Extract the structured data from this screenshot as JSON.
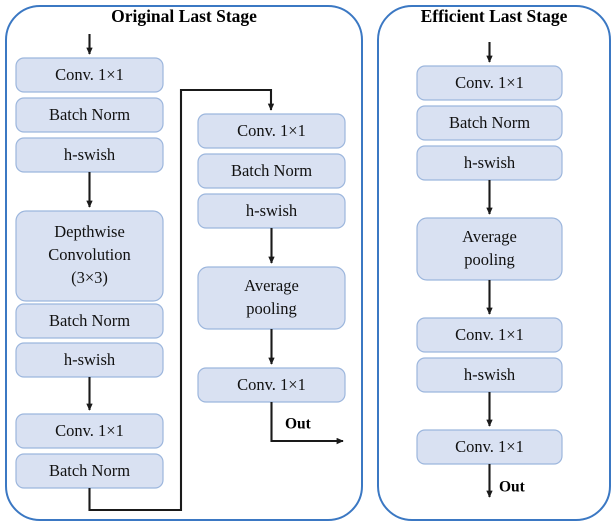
{
  "figure": {
    "background_color": "#ffffff",
    "panel_border_color": "#3b78c3",
    "node_fill_color": "#d9e1f2",
    "node_border_color": "#9cb6dd",
    "edge_color": "#1a1a1a"
  },
  "panels": [
    {
      "id": "original",
      "title": "Original Last Stage",
      "columns": [
        {
          "id": "main-branch",
          "nodes": [
            {
              "label": "Conv. 1×1",
              "lines": [
                "Conv. 1×1"
              ]
            },
            {
              "label": "Batch Norm",
              "lines": [
                "Batch Norm"
              ]
            },
            {
              "label": "h-swish",
              "lines": [
                "h-swish"
              ]
            },
            {
              "label": "Depthwise Convolution (3×3)",
              "lines": [
                "Depthwise",
                "Convolution",
                "(3×3)"
              ]
            },
            {
              "label": "Batch Norm",
              "lines": [
                "Batch Norm"
              ]
            },
            {
              "label": "h-swish",
              "lines": [
                "h-swish"
              ]
            },
            {
              "label": "Conv. 1×1",
              "lines": [
                "Conv. 1×1"
              ]
            },
            {
              "label": "Batch Norm",
              "lines": [
                "Batch Norm"
              ]
            }
          ]
        },
        {
          "id": "head-branch",
          "nodes": [
            {
              "label": "Conv. 1×1",
              "lines": [
                "Conv. 1×1"
              ]
            },
            {
              "label": "Batch Norm",
              "lines": [
                "Batch Norm"
              ]
            },
            {
              "label": "h-swish",
              "lines": [
                "h-swish"
              ]
            },
            {
              "label": "Average pooling",
              "lines": [
                "Average",
                "pooling"
              ]
            },
            {
              "label": "Conv. 1×1",
              "lines": [
                "Conv. 1×1"
              ]
            }
          ]
        }
      ],
      "output_label": "Out"
    },
    {
      "id": "efficient",
      "title": "Efficient Last Stage",
      "columns": [
        {
          "id": "main-branch",
          "nodes": [
            {
              "label": "Conv. 1×1",
              "lines": [
                "Conv. 1×1"
              ]
            },
            {
              "label": "Batch Norm",
              "lines": [
                "Batch Norm"
              ]
            },
            {
              "label": "h-swish",
              "lines": [
                "h-swish"
              ]
            },
            {
              "label": "Average pooling",
              "lines": [
                "Average",
                "pooling"
              ]
            },
            {
              "label": "Conv. 1×1",
              "lines": [
                "Conv. 1×1"
              ]
            },
            {
              "label": "h-swish",
              "lines": [
                "h-swish"
              ]
            },
            {
              "label": "Conv. 1×1",
              "lines": [
                "Conv. 1×1"
              ]
            }
          ]
        }
      ],
      "output_label": "Out"
    }
  ]
}
